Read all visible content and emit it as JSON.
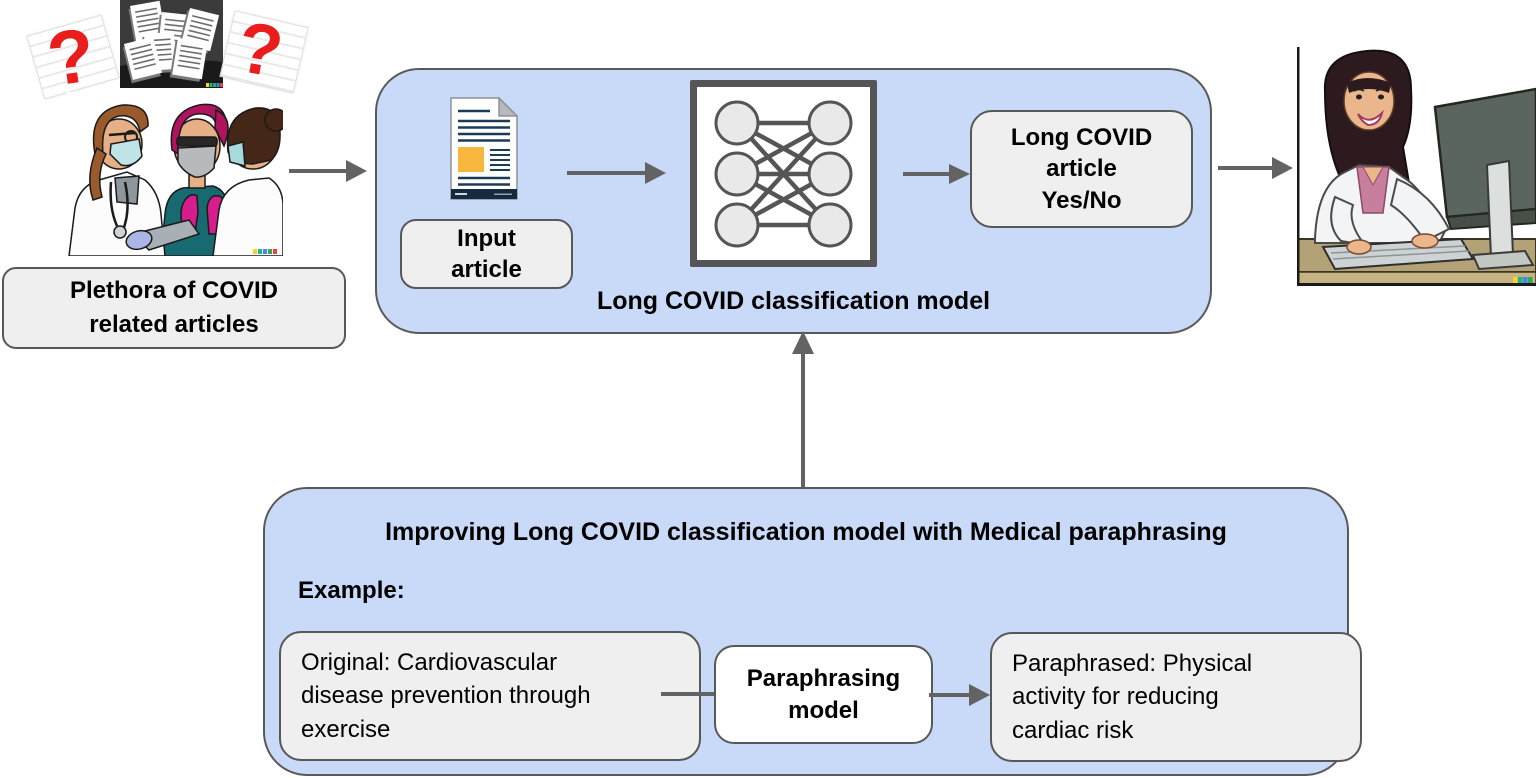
{
  "figure": {
    "source_stage": {
      "question_mark_left": "?",
      "question_mark_right": "?",
      "caption": "Plethora of COVID\nrelated articles"
    },
    "classifier_panel": {
      "input_label": "Input\narticle",
      "output_label": "Long COVID\narticle\nYes/No",
      "caption": "Long COVID classification model"
    },
    "paraphrase_panel": {
      "title": "Improving Long COVID classification model with Medical paraphrasing",
      "example_label": "Example:",
      "original_text": "Original: Cardiovascular\ndisease prevention through\nexercise",
      "model_label": "Paraphrasing\nmodel",
      "paraphrased_text": "Paraphrased: Physical\nactivity for reducing\ncardiac risk"
    },
    "colors": {
      "panel_fill": "#c9daf8",
      "panel_border": "#595959",
      "box_fill": "#efefef",
      "box_border": "#585858",
      "model_box_fill": "#ffffff",
      "arrow": "#636363",
      "question_mark_red": "#ea1d1d",
      "document_accent": "#f6b73c",
      "document_lines": "#1c3b55"
    }
  }
}
